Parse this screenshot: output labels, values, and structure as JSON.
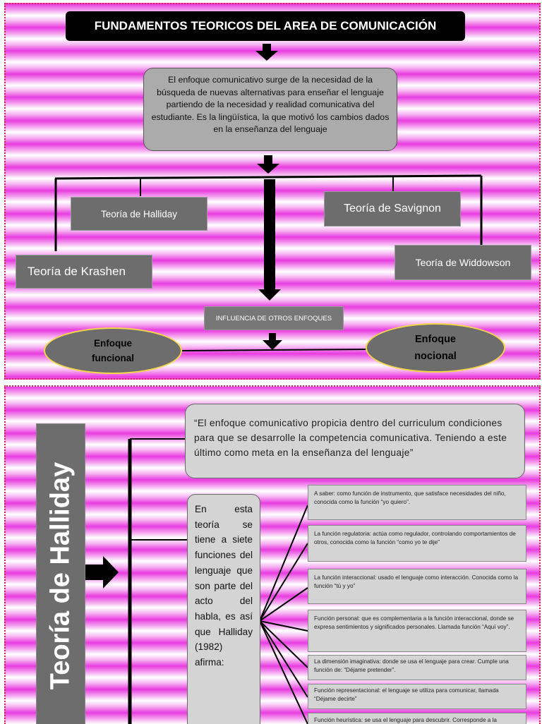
{
  "top": {
    "title": "FUNDAMENTOS TEORICOS DEL AREA DE COMUNICACIÓN",
    "intro": "El enfoque comunicativo surge de la necesidad de la búsqueda de nuevas alternativas para enseñar el lenguaje partiendo de la necesidad y realidad comunicativa del estudiante. Es la lingüística, la que motivó los cambios dados en la enseñanza del lenguaje",
    "theories": {
      "halliday": "Teoría de Halliday",
      "savignon": "Teoría de Savignon",
      "krashen": "Teoría de Krashen",
      "widdowson": "Teoría de Widdowson"
    },
    "influence": "INFLUENCIA DE OTROS ENFOQUES",
    "approach_functional": "Enfoque funcional",
    "approach_notional": "Enfoque nocional"
  },
  "bottom": {
    "vertical_title": "Teoría de Halliday",
    "quote": "“El enfoque comunicativo propicia dentro del curriculum condiciones para que se desarrolle la competencia comunicativa. Teniendo a este último como meta en la enseñanza del lenguaje”",
    "theory_text": "En esta teoría se tiene a siete funciones del lenguaje que son parte del acto del habla, es así que Halliday (1982) afirma:",
    "functions": [
      "A saber: como función de instrumento, que satisface necesidades del niño, conocida como la función “yo quiero”.",
      "La función regulatoria: actúa como regulador, controlando comportamientos de otros, conocida como la función “como yo te dije”",
      "La función interaccional: usado el lenguaje como interacción. Conocida como la función “tú y yo”",
      "Función personal: que es complementaria a la función interaccional, donde se expresa sentimientos y significados personales. Llamada función “Aquí voy”.",
      "La dimensión imaginativa: donde se usa el lenguaje para crear. Cumple una función de: “Déjame pretender”.",
      "Función representacional: el lenguaje se utiliza para comunicar, llamada “Déjame decirte”",
      "Función heurística: se usa el lenguaje para descubrir. Corresponde a la"
    ]
  },
  "colors": {
    "stripe_magenta": "#e83ce0",
    "box_gray": "#6d6d6d",
    "light_gray": "#d4d4d4",
    "ellipse_border": "#f2d648",
    "panel_border": "#d8204a"
  }
}
